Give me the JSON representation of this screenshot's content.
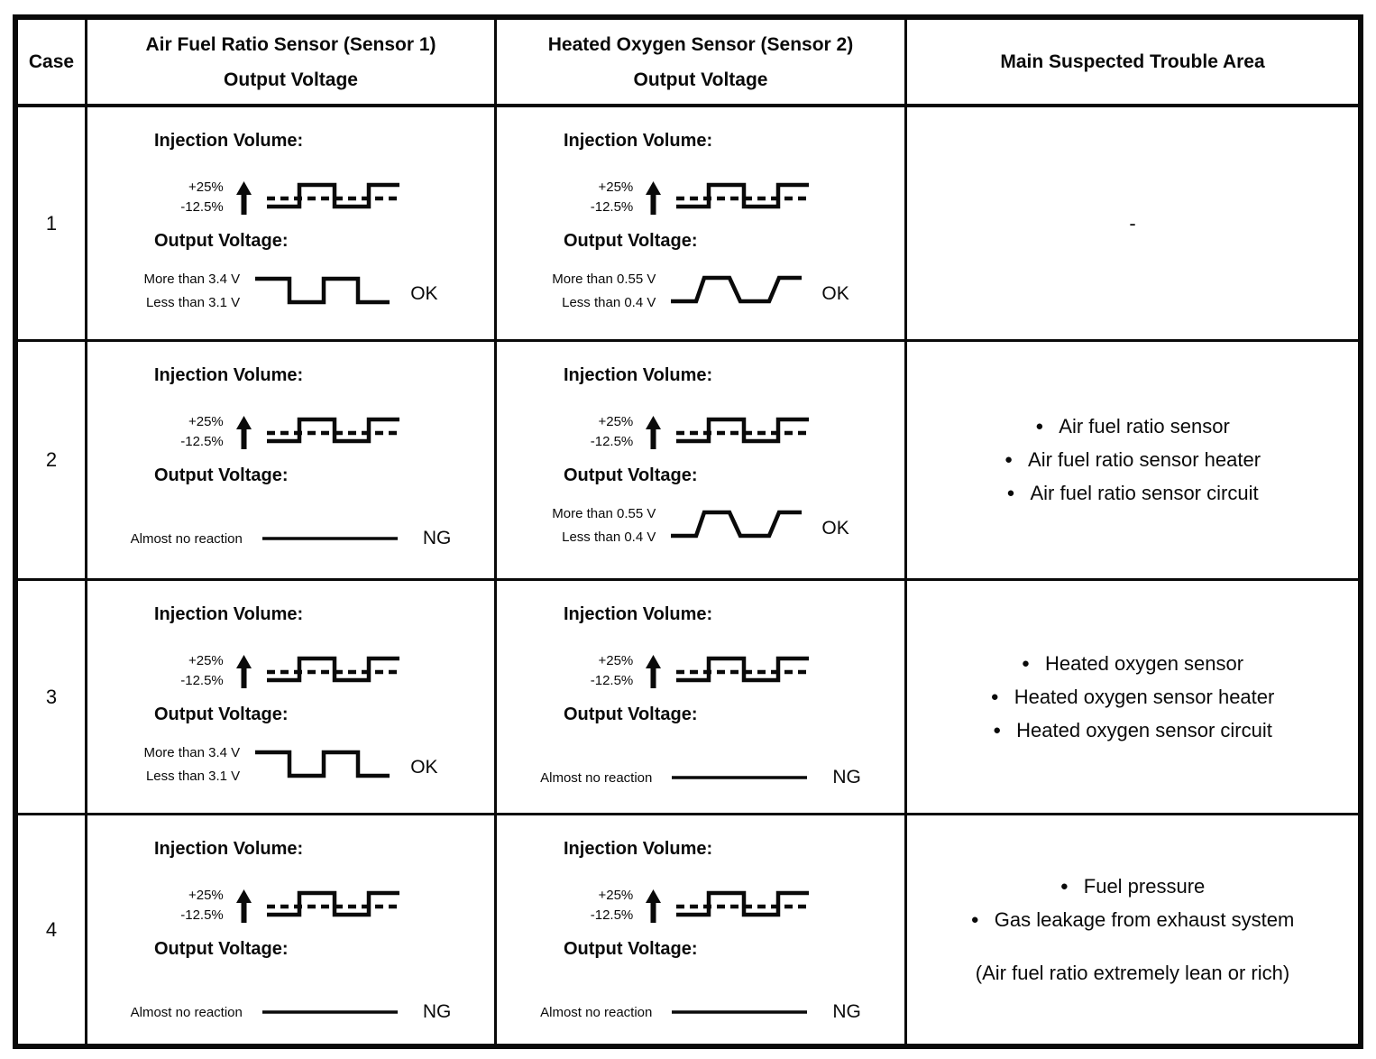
{
  "table": {
    "headers": {
      "case": "Case",
      "sensor1_line1": "Air Fuel Ratio Sensor (Sensor 1)",
      "sensor1_line2": "Output Voltage",
      "sensor2_line1": "Heated Oxygen Sensor (Sensor 2)",
      "sensor2_line2": "Output Voltage",
      "trouble": "Main Suspected Trouble Area"
    },
    "labels": {
      "injection_volume": "Injection Volume:",
      "output_voltage": "Output Voltage:",
      "injection_high": "+25%",
      "injection_low": "-12.5%",
      "s1_high": "More than 3.4 V",
      "s1_low": "Less than 3.1 V",
      "s2_high": "More than 0.55 V",
      "s2_low": "Less than 0.4 V",
      "no_reaction": "Almost no reaction",
      "ok": "OK",
      "ng": "NG"
    },
    "icons": {
      "bullet": "●",
      "up_arrow": "up-arrow"
    },
    "rows": [
      {
        "case": "1",
        "sensor1_result": "OK",
        "sensor2_result": "OK",
        "trouble": {
          "dash": "-"
        }
      },
      {
        "case": "2",
        "sensor1_result": "NG",
        "sensor2_result": "OK",
        "trouble": {
          "bullets": [
            "Air fuel ratio sensor",
            "Air fuel ratio sensor heater",
            "Air fuel ratio sensor circuit"
          ]
        }
      },
      {
        "case": "3",
        "sensor1_result": "OK",
        "sensor2_result": "NG",
        "trouble": {
          "bullets": [
            "Heated oxygen sensor",
            "Heated oxygen sensor heater",
            "Heated oxygen sensor circuit"
          ]
        }
      },
      {
        "case": "4",
        "sensor1_result": "NG",
        "sensor2_result": "NG",
        "trouble": {
          "bullets": [
            "Fuel pressure",
            "Gas leakage from exhaust system"
          ],
          "note": "(Air fuel ratio extremely lean or rich)"
        }
      }
    ]
  }
}
